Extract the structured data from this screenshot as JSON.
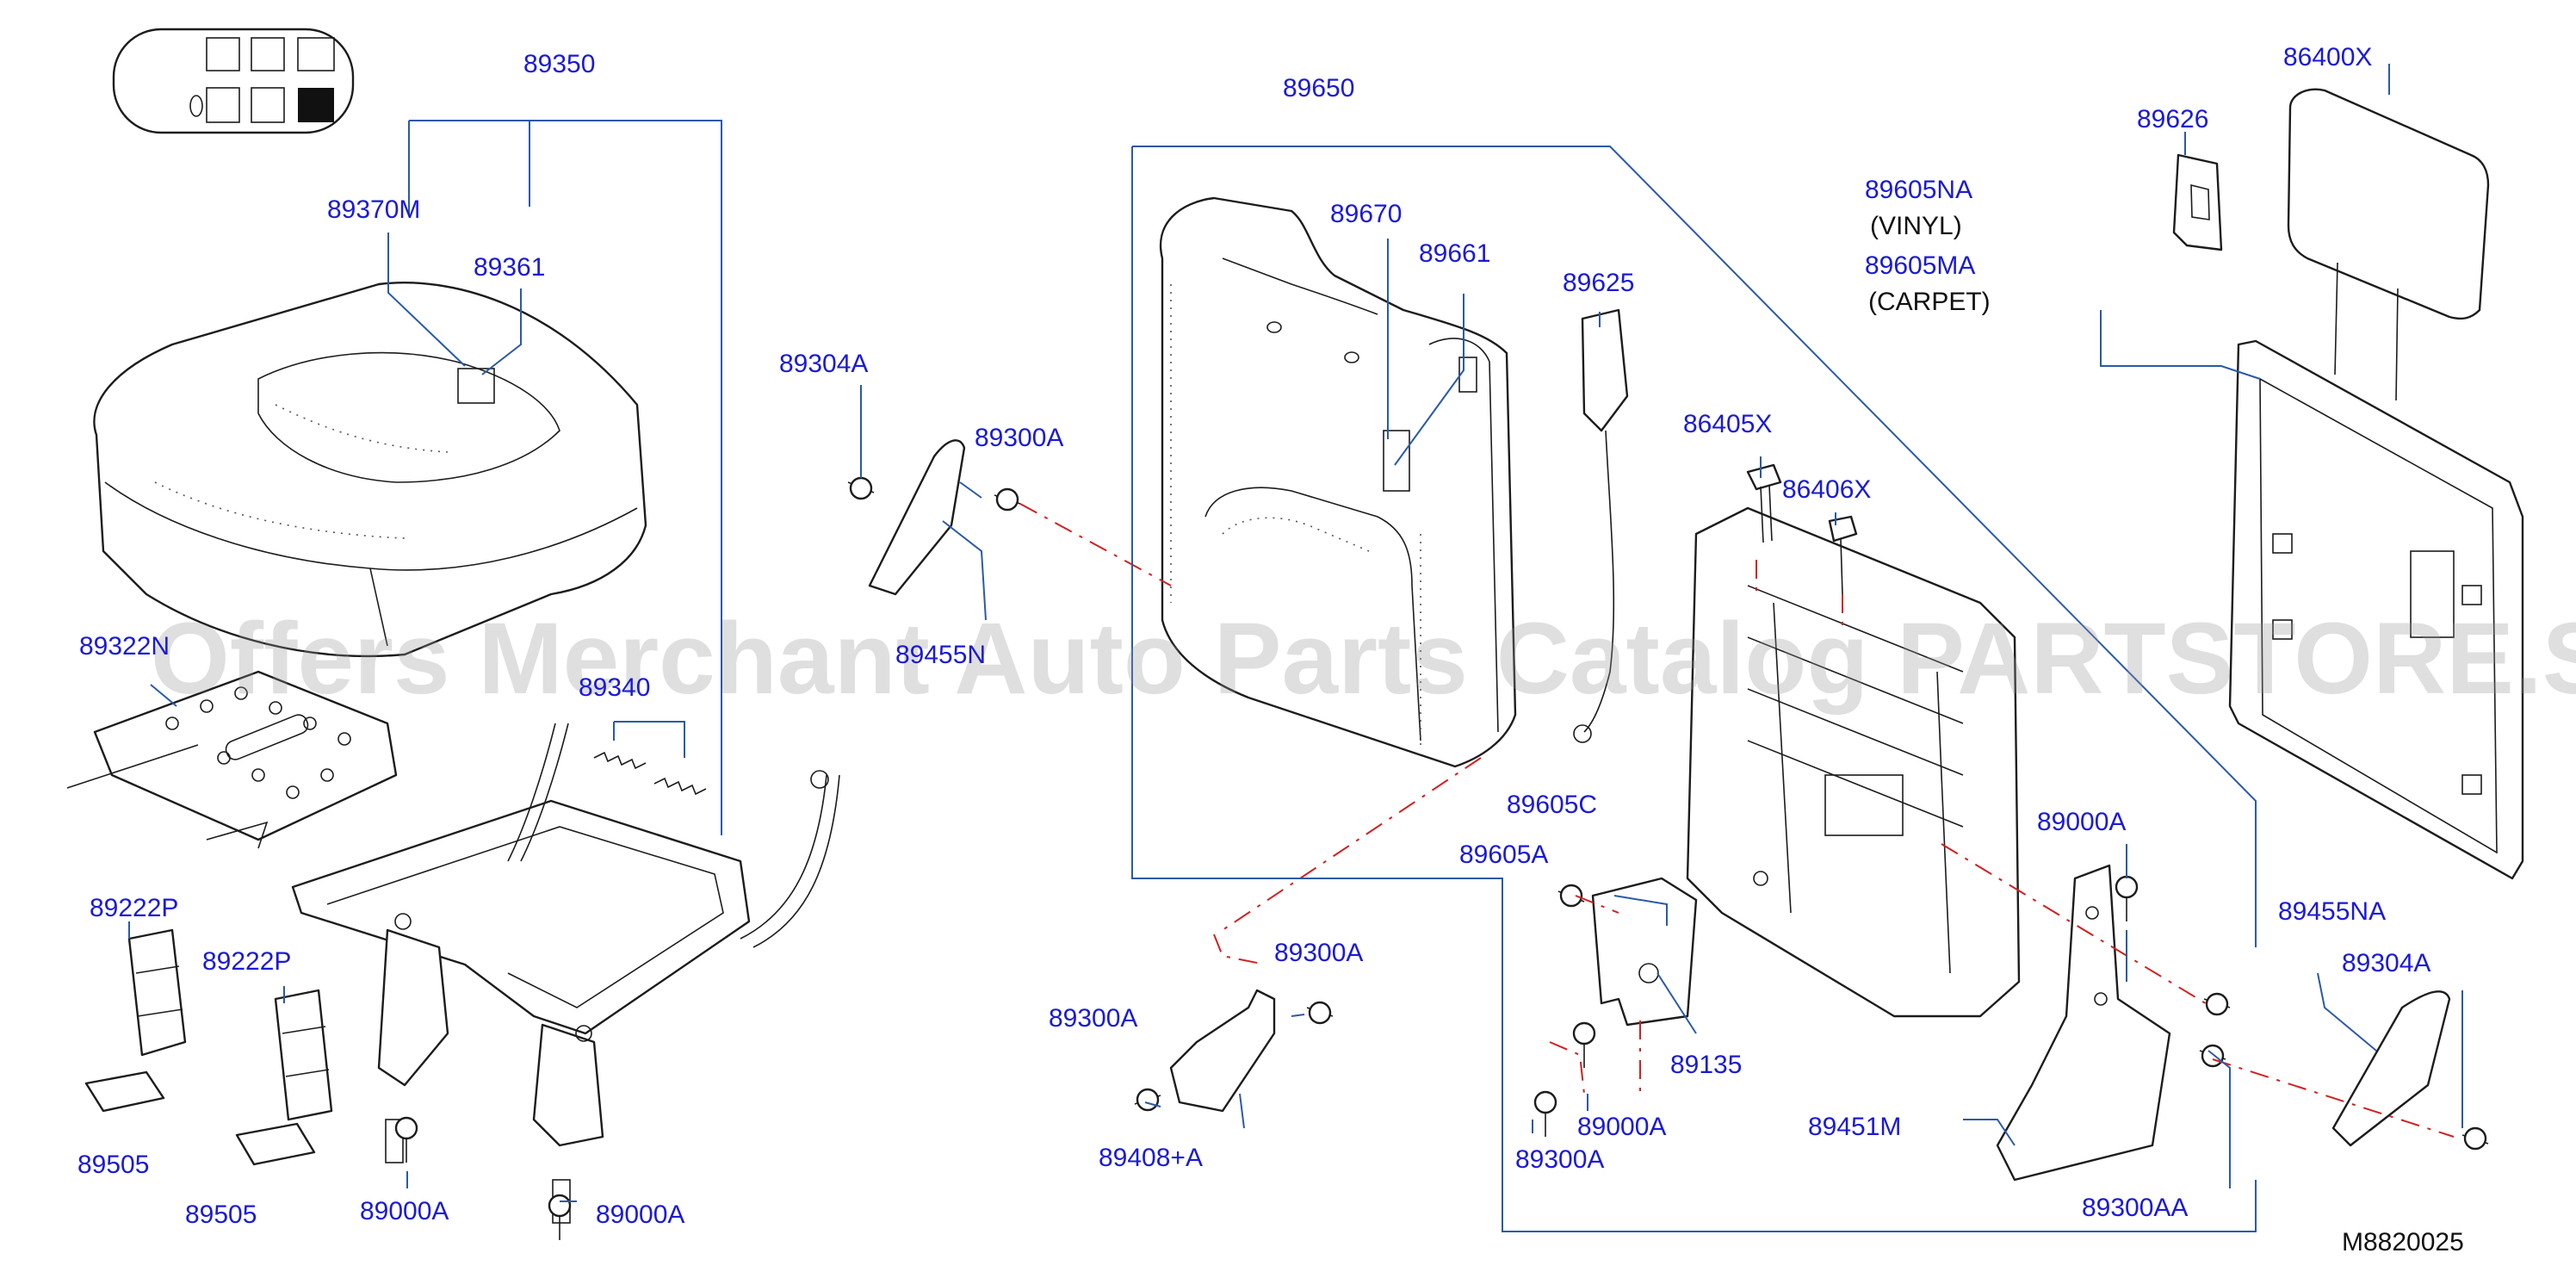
{
  "watermark": "Offers Merchant Auto Parts Catalog PARTSTORE.SA",
  "figure_code": "M8820025",
  "labels": {
    "p89350": "89350",
    "p89370M": "89370M",
    "p89361": "89361",
    "p89322N": "89322N",
    "p89340": "89340",
    "p89222P_a": "89222P",
    "p89222P_b": "89222P",
    "p89505_a": "89505",
    "p89505_b": "89505",
    "p89000A_a": "89000A",
    "p89000A_b": "89000A",
    "p89304A_a": "89304A",
    "p89300A_a": "89300A",
    "p89455N": "89455N",
    "p89650": "89650",
    "p89670": "89670",
    "p89661": "89661",
    "p89625": "89625",
    "p86405X": "86405X",
    "p86406X": "86406X",
    "p89605C": "89605C",
    "p89605A": "89605A",
    "p89300A_b": "89300A",
    "p89300A_c": "89300A",
    "p89408A": "89408+A",
    "p89135": "89135",
    "p89000A_c": "89000A",
    "p89300A_d": "89300A",
    "p89626": "89626",
    "p86400X": "86400X",
    "p89605NA": "89605NA",
    "vinyl": "(VINYL)",
    "p89605MA": "89605MA",
    "carpet": "(CARPET)",
    "p89000A_d": "89000A",
    "p89455NA": "89455NA",
    "p89304A_b": "89304A",
    "p89451M": "89451M",
    "p89300AA": "89300AA"
  }
}
